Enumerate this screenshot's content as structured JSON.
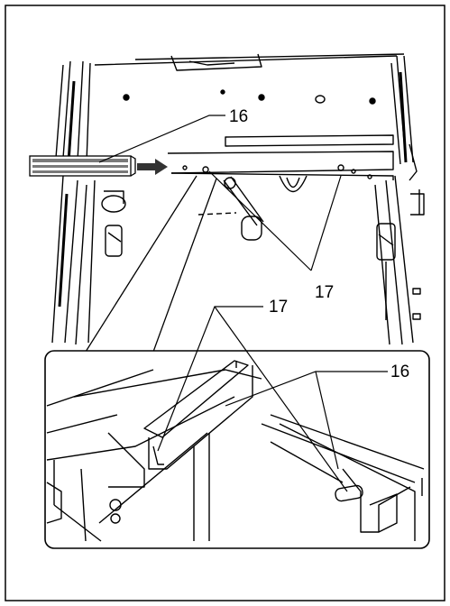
{
  "callouts": {
    "top_16": "16",
    "top_17": "17",
    "detail_17": "17",
    "detail_16": "16"
  },
  "colors": {
    "line": "#000000",
    "background": "#ffffff",
    "rail_fill": "#7a7a7a",
    "arrow": "#333333"
  }
}
